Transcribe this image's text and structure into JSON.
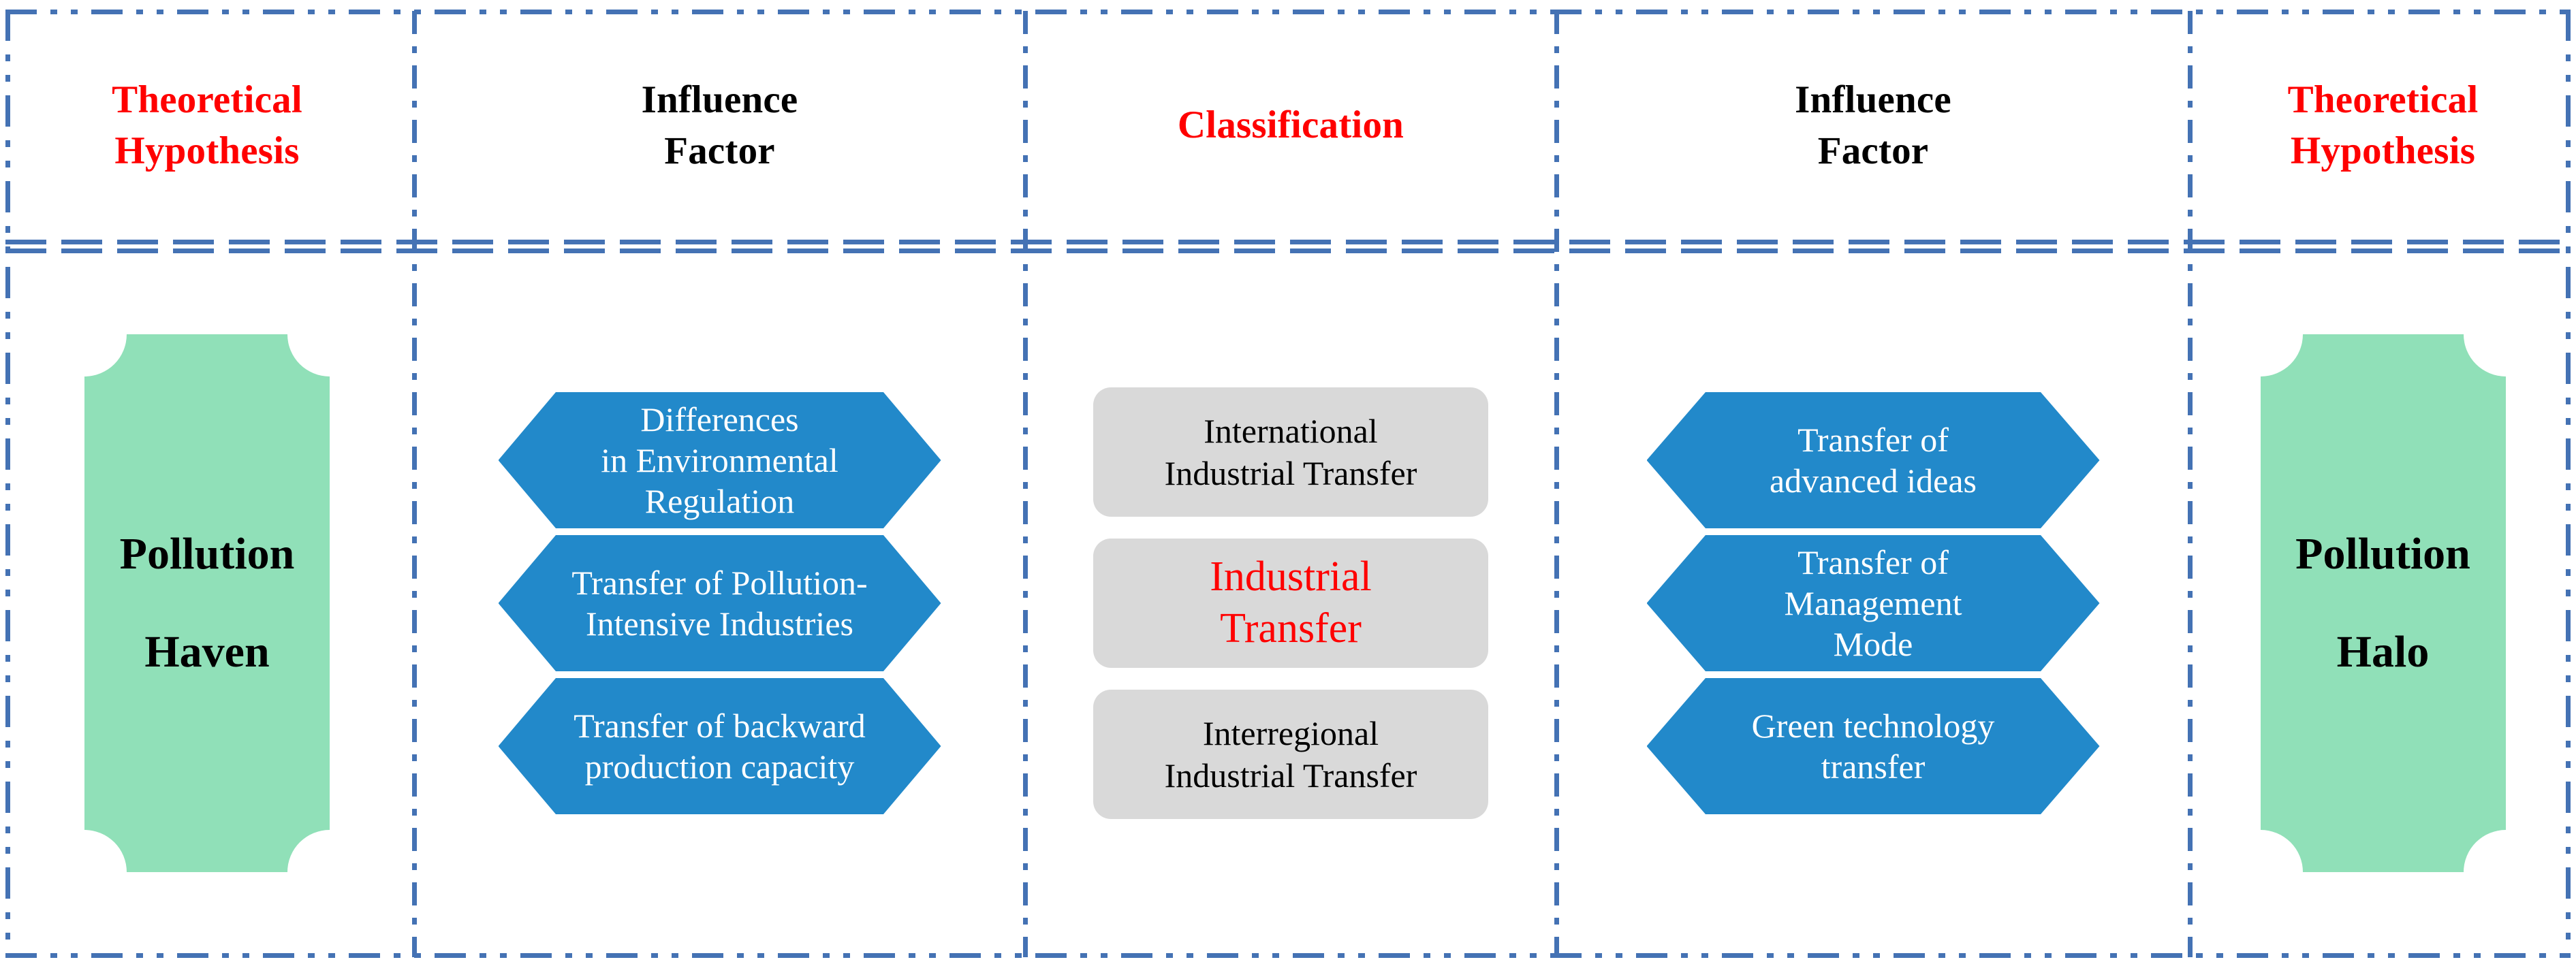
{
  "colors": {
    "accent_red": "#ff0000",
    "hex_blue": "#2289ca",
    "plaque_green": "#90e0b8",
    "classification_gray": "#d9d9d9",
    "border_blue": "#4472b4",
    "text_black": "#000000",
    "text_white": "#ffffff"
  },
  "columns": [
    {
      "key": "theoretical_hypothesis_left",
      "header": {
        "lines": [
          "Theoretical",
          "Hypothesis"
        ],
        "color": "red"
      }
    },
    {
      "key": "influence_factor_left",
      "header": {
        "lines": [
          "Influence",
          "Factor"
        ],
        "color": "black"
      }
    },
    {
      "key": "classification",
      "header": {
        "lines": [
          "Classification"
        ],
        "color": "red"
      }
    },
    {
      "key": "influence_factor_right",
      "header": {
        "lines": [
          "Influence",
          "Factor"
        ],
        "color": "black"
      }
    },
    {
      "key": "theoretical_hypothesis_right",
      "header": {
        "lines": [
          "Theoretical",
          "Hypothesis"
        ],
        "color": "red"
      }
    }
  ],
  "hypothesis_left": {
    "line1": "Pollution",
    "line2": "Haven"
  },
  "hypothesis_right": {
    "line1": "Pollution",
    "line2": "Halo"
  },
  "influence_factors_left": [
    {
      "lines": [
        "Differences",
        "in Environmental",
        "Regulation"
      ]
    },
    {
      "lines": [
        "Transfer of Pollution-",
        "Intensive Industries"
      ]
    },
    {
      "lines": [
        "Transfer of backward",
        "production capacity"
      ]
    }
  ],
  "classification_items": [
    {
      "lines": [
        "International",
        "Industrial Transfer"
      ],
      "accent": false
    },
    {
      "lines": [
        "Industrial",
        "Transfer"
      ],
      "accent": true
    },
    {
      "lines": [
        "Interregional",
        "Industrial Transfer"
      ],
      "accent": false
    }
  ],
  "influence_factors_right": [
    {
      "lines": [
        "Transfer of",
        "advanced ideas"
      ]
    },
    {
      "lines": [
        "Transfer of",
        "Management",
        "Mode"
      ]
    },
    {
      "lines": [
        "Green technology",
        "transfer"
      ]
    }
  ]
}
